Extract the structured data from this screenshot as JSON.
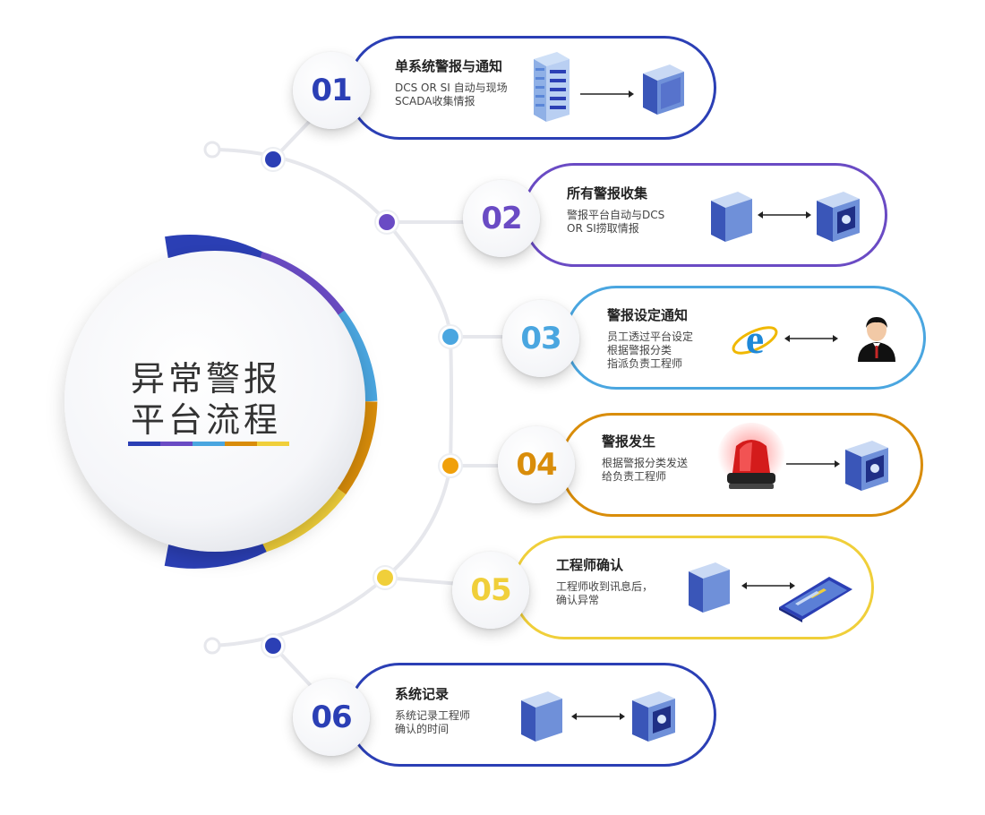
{
  "center": {
    "title_line1": "异常警报",
    "title_line2": "平台流程",
    "ring_colors": [
      "#2b3fb5",
      "#6a4bc4",
      "#4aa6e0",
      "#d98d0a",
      "#f0cf3a"
    ]
  },
  "steps": [
    {
      "number": "01",
      "title": "单系统警报与通知",
      "desc": [
        "DCS OR SI 自动与现场",
        "SCADA收集情报"
      ],
      "color": "#2b3fb5",
      "icons": [
        "server-rack-icon",
        "arrow-right-icon",
        "server-box-icon"
      ]
    },
    {
      "number": "02",
      "title": "所有警报收集",
      "desc": [
        "警报平台自动与DCS",
        "OR SI捞取情报"
      ],
      "color": "#6a4bc4",
      "icons": [
        "server-box-icon",
        "double-arrow-icon",
        "control-box-icon"
      ]
    },
    {
      "number": "03",
      "title": "警报设定通知",
      "desc": [
        "员工透过平台设定",
        "根据警报分类",
        "指派负责工程师"
      ],
      "color": "#4aa6e0",
      "icons": [
        "browser-e-icon",
        "double-arrow-icon",
        "engineer-avatar-icon"
      ]
    },
    {
      "number": "04",
      "title": "警报发生",
      "desc": [
        "根据警报分类发送",
        "给负责工程师"
      ],
      "color": "#d98d0a",
      "icons": [
        "alarm-siren-icon",
        "arrow-right-icon",
        "control-box-icon"
      ]
    },
    {
      "number": "05",
      "title": "工程师确认",
      "desc": [
        "工程师收到讯息后，",
        "确认异常"
      ],
      "color": "#f0cf3a",
      "icons": [
        "server-box-icon",
        "double-arrow-icon",
        "mobile-phone-icon"
      ]
    },
    {
      "number": "06",
      "title": "系统记录",
      "desc": [
        "系统记录工程师",
        "确认的时间"
      ],
      "color": "#2b3fb5",
      "icons": [
        "server-box-icon",
        "double-arrow-icon",
        "control-box-icon"
      ]
    }
  ]
}
